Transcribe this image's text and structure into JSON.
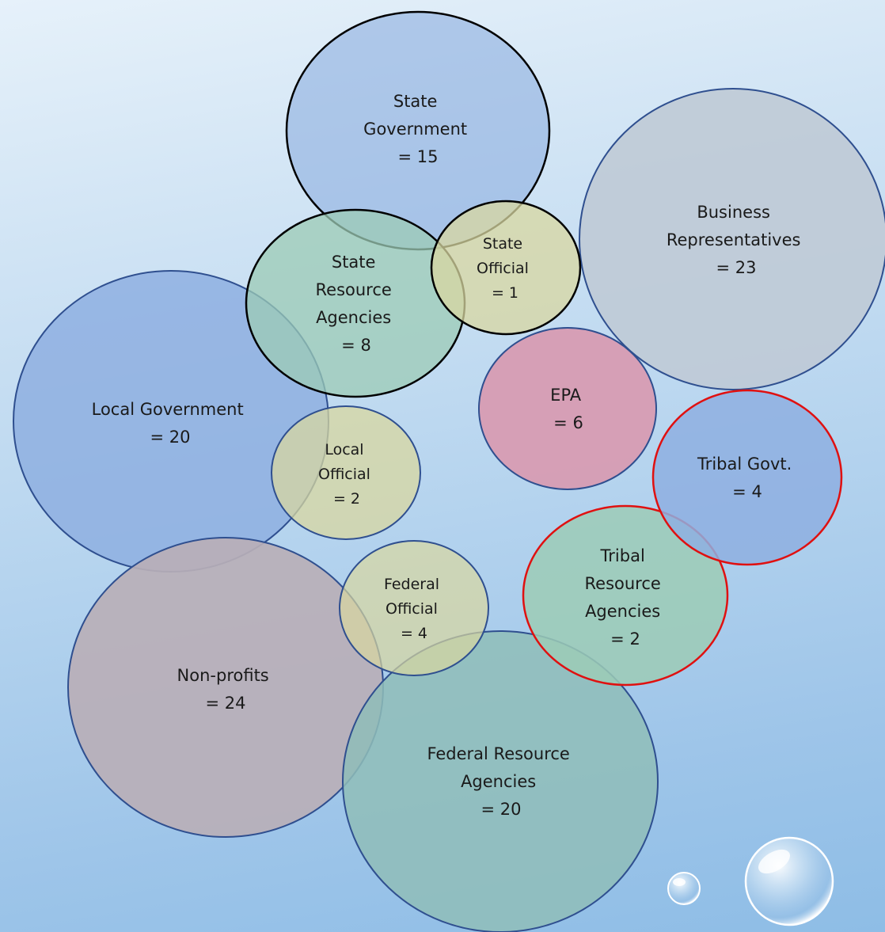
{
  "diagram": {
    "state_government": {
      "lines": [
        "State",
        "Government",
        "= 15"
      ]
    },
    "business_representatives": {
      "lines": [
        "Business",
        "Representatives",
        "= 23"
      ]
    },
    "state_resource_agencies": {
      "lines": [
        "State",
        "Resource",
        "Agencies",
        "= 8"
      ]
    },
    "state_official": {
      "lines": [
        "State",
        "Official",
        "= 1"
      ]
    },
    "local_government": {
      "lines": [
        "Local Government",
        "= 20"
      ]
    },
    "local_official": {
      "lines": [
        "Local",
        "Official",
        "= 2"
      ]
    },
    "epa": {
      "lines": [
        "EPA",
        "= 6"
      ]
    },
    "tribal_govt": {
      "lines": [
        "Tribal Govt.",
        "= 4"
      ]
    },
    "tribal_resource_agencies": {
      "lines": [
        "Tribal",
        "Resource",
        "Agencies",
        "= 2"
      ]
    },
    "federal_official": {
      "lines": [
        "Federal",
        "Official",
        "= 4"
      ]
    },
    "non_profits": {
      "lines": [
        "Non-profits",
        "= 24"
      ]
    },
    "federal_resource_agencies": {
      "lines": [
        "Federal Resource",
        "Agencies",
        "= 20"
      ]
    }
  },
  "colors": {
    "blue_fill": "#8eafe0",
    "blue_stroke": "#2f4f8f",
    "green_fill": "#9ccbb6",
    "tan_fill": "#d8d7a0",
    "gray_fill": "#bfcad6",
    "pink_fill": "#d79cb2",
    "mauve_fill": "#b8afb7",
    "teal_fill": "#8fbdb8",
    "red_stroke": "#e01010",
    "black_stroke": "#000000"
  }
}
